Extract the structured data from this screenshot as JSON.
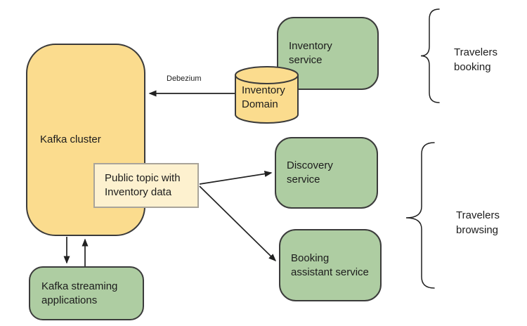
{
  "diagram": {
    "nodes": {
      "kafka_cluster": {
        "label": "Kafka cluster",
        "shape": "rounded-rect",
        "color": "#FBDC8E"
      },
      "inventory_service": {
        "label": "Inventory\nservice",
        "shape": "rounded-rect",
        "color": "#AECDA2"
      },
      "inventory_domain": {
        "label": "Inventory\nDomain",
        "shape": "cylinder",
        "color": "#FBDC8E"
      },
      "public_topic": {
        "label": "Public topic with\nInventory data",
        "shape": "note",
        "color": "#FDF1CF"
      },
      "discovery_service": {
        "label": "Discovery\nservice",
        "shape": "rounded-rect",
        "color": "#AECDA2"
      },
      "booking_assistant": {
        "label": "Booking\nassistant service",
        "shape": "rounded-rect",
        "color": "#AECDA2"
      },
      "kafka_streaming": {
        "label": "Kafka streaming\napplications",
        "shape": "rounded-rect",
        "color": "#AECDA2"
      }
    },
    "edges": [
      {
        "from": "inventory_domain",
        "to": "kafka_cluster",
        "label": "Debezium"
      },
      {
        "from": "public_topic",
        "to": "discovery_service",
        "label": ""
      },
      {
        "from": "public_topic",
        "to": "booking_assistant",
        "label": ""
      },
      {
        "from": "kafka_cluster",
        "to": "kafka_streaming",
        "label": ""
      },
      {
        "from": "kafka_streaming",
        "to": "kafka_cluster",
        "label": ""
      }
    ],
    "annotations": {
      "travelers_booking": {
        "label": "Travelers\nbooking",
        "groups": [
          "inventory_service"
        ]
      },
      "travelers_browsing": {
        "label": "Travelers\nbrowsing",
        "groups": [
          "discovery_service",
          "booking_assistant"
        ]
      }
    },
    "colors": {
      "node_yellow": "#FBDC8E",
      "node_green": "#AECDA2",
      "note_cream": "#FDF1CF",
      "stroke_dark": "#3B3B3B",
      "note_border": "#A9A49A",
      "line": "#212121",
      "text": "#1C1C1C",
      "background": "#FFFFFF"
    }
  }
}
